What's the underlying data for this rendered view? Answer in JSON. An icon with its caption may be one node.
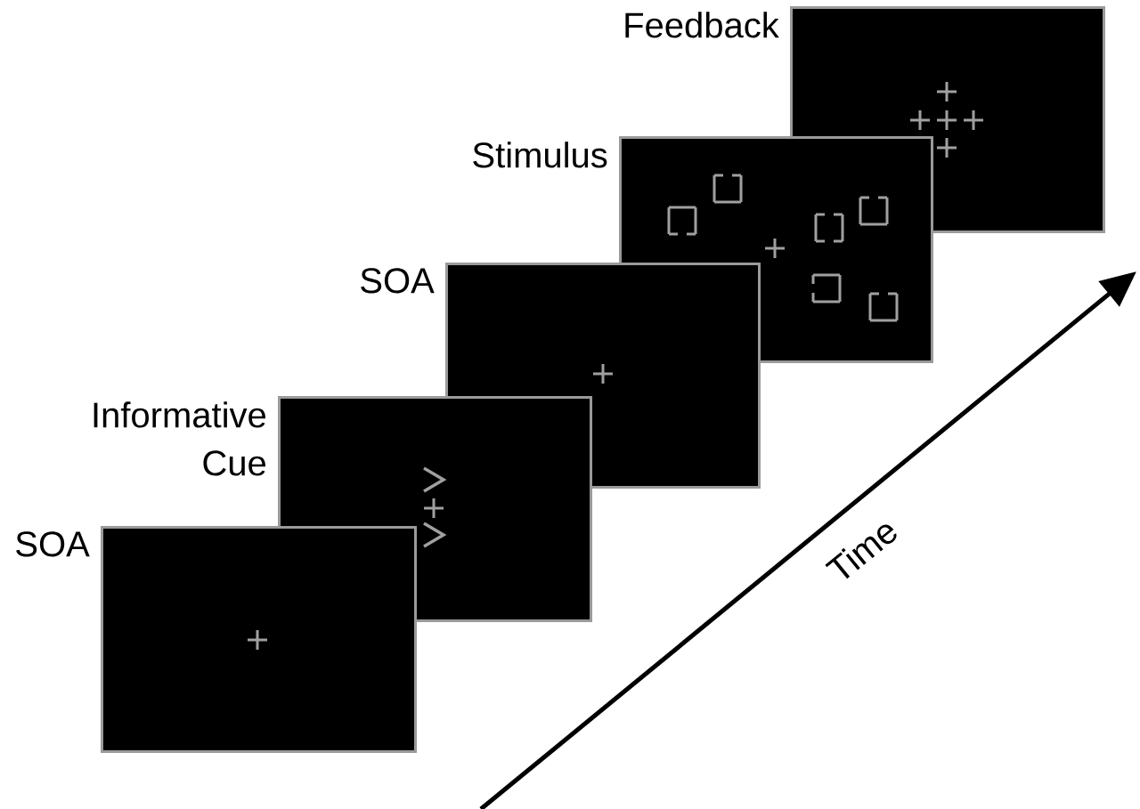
{
  "diagram": {
    "nodes": [
      {
        "text": [
          "SOA"
        ]
      },
      {
        "text": [
          "Informative Cue"
        ]
      },
      {
        "text": [
          "SOA"
        ]
      },
      {
        "text": [
          "Stimulus"
        ]
      },
      {
        "text": [
          "Feedback"
        ]
      }
    ],
    "labels": [
      "Time"
    ]
  }
}
